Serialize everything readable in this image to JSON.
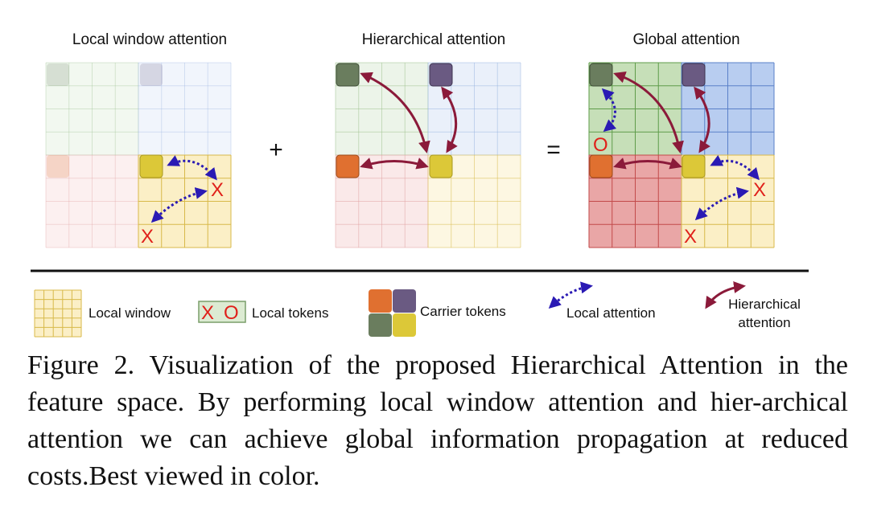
{
  "panels": {
    "local": {
      "title": "Local window attention"
    },
    "hier": {
      "title": "Hierarchical attention"
    },
    "global": {
      "title": "Global attention"
    }
  },
  "operators": {
    "plus": "+",
    "equals": "="
  },
  "tokens": {
    "x": "X",
    "o": "O"
  },
  "legend": {
    "local_window": "Local window",
    "local_tokens": "Local tokens",
    "carrier_tokens": "Carrier tokens",
    "local_attention": "Local attention",
    "hierarchical_attention_line1": "Hierarchical",
    "hierarchical_attention_line2": "attention"
  },
  "colors": {
    "green_token": "#6a7d5e",
    "purple_token": "#6a5a82",
    "orange_token": "#e07030",
    "yellow_token": "#dcc838",
    "hier_arrow": "#8b1a3a",
    "local_arrow": "#2a1ab4",
    "token_red": "#e0201a"
  },
  "caption": {
    "text": "Figure 2. Visualization of the proposed Hierarchical Attention in the feature space. By performing local window attention and hier-archical attention we can achieve global information propagation at reduced costs.Best viewed in color."
  }
}
